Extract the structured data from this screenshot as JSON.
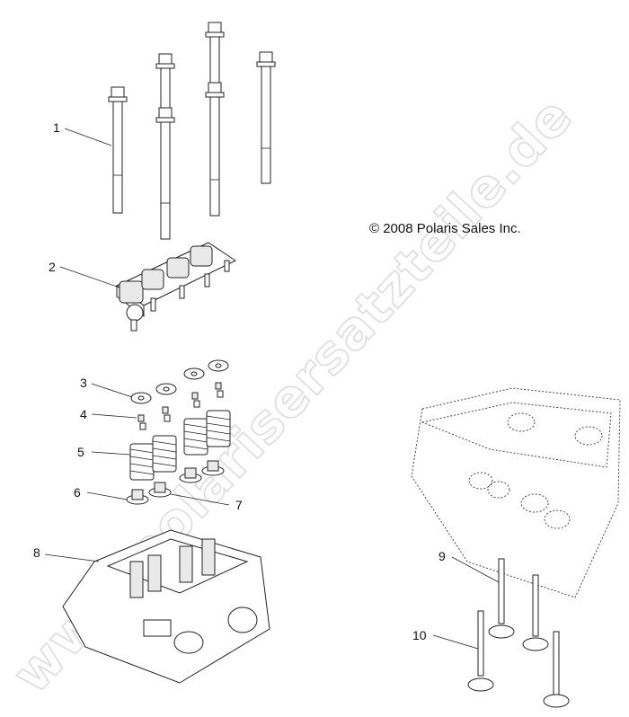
{
  "copyright": "© 2008 Polaris Sales Inc.",
  "watermark": "www.polarisersatzteile.de",
  "callouts": [
    "1",
    "2",
    "3",
    "4",
    "5",
    "6",
    "7",
    "8",
    "9",
    "10"
  ]
}
